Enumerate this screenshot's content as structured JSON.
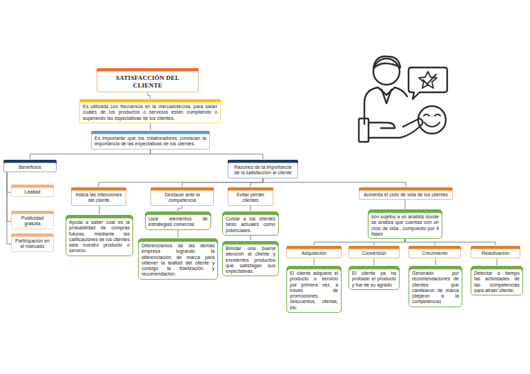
{
  "diagram": {
    "nodes": [
      {
        "text": [
          "SATISFACCIÓN DEL CLIENTE"
        ]
      },
      {
        "text": [
          "Es utilizada con frecuencia en la mercadotecnia, para saber cuales de los productos o servicios estan cumpliendo o superando las espectativas de los clientes."
        ]
      },
      {
        "text": [
          "Es importante que los colaboradores conoscan la importancia de las expectativas de los clientes."
        ]
      },
      {
        "text": [
          "Beneficios"
        ]
      },
      {
        "text": [
          "Razones de la importancia de la satisfacción al cliente"
        ]
      },
      {
        "text": [
          "Lealtad"
        ]
      },
      {
        "text": [
          "Publicidad gratuita"
        ]
      },
      {
        "text": [
          "Participación en el mercado"
        ]
      },
      {
        "text": [
          "Indica las intenciones del cliente"
        ]
      },
      {
        "text": [
          "Ayuda a saber cual es la probabilidad de compras futuras, mediante las calificaciones de los clientes asia nuestro producto o servicio."
        ]
      },
      {
        "text": [
          "Destacar ante la competencia"
        ]
      },
      {
        "text": [
          "Usar elementos de estrategias comercial."
        ]
      },
      {
        "text": [
          "Diferenciamos de las demás empresa logrando la diferenciación de marca para obtener la lealtad del cliente y consigo la fidelización y recomendación."
        ]
      },
      {
        "text": [
          "Evitar perder clientes"
        ]
      },
      {
        "text": [
          "Cuidar a los clientes tanto actuales como potenciales."
        ]
      },
      {
        "text": [
          "Brindar una buena atención al cliente y excelentes productos que satisfagan sus expectativas."
        ]
      },
      {
        "text": [
          "Aumenta el ciclo de vida de los clientes"
        ]
      },
      {
        "text": [
          "son sujetos a un analisis donde se analiza que cuentas con un ciclo de vida , compuesto por 4 fases"
        ]
      },
      {
        "text": [
          "Adquisición"
        ]
      },
      {
        "text": [
          "Conversión"
        ]
      },
      {
        "text": [
          "Crecimiento"
        ]
      },
      {
        "text": [
          "Reactivación"
        ]
      },
      {
        "text": [
          "El cliente adquiere el producto o servicio por primera vez, a través de promociones, descuentos, ofertas, etc."
        ]
      },
      {
        "text": [
          "El cliente ya ha probado el producto y fue de su agrado"
        ]
      },
      {
        "text": [
          "Generado por recomendaciones de clientes que cambiaron de marca (dejaron a la competencia)"
        ]
      },
      {
        "text": [
          "Detectar a tiempo las actividades de las competencias para atraer cliente."
        ]
      }
    ],
    "edges": [
      {
        "from": 0,
        "to": 1,
        "arrow": "none"
      },
      {
        "from": 1,
        "to": 2,
        "arrow": "none"
      },
      {
        "from": 2,
        "to": 3,
        "arrow": "none"
      },
      {
        "from": 2,
        "to": 4,
        "arrow": "none"
      },
      {
        "from": 3,
        "to": 5,
        "arrow": "none"
      },
      {
        "from": 3,
        "to": 6,
        "arrow": "none"
      },
      {
        "from": 3,
        "to": 7,
        "arrow": "none"
      },
      {
        "from": 4,
        "to": 8,
        "arrow": "none"
      },
      {
        "from": 4,
        "to": 10,
        "arrow": "none"
      },
      {
        "from": 4,
        "to": 13,
        "arrow": "none"
      },
      {
        "from": 4,
        "to": 16,
        "arrow": "none"
      },
      {
        "from": 8,
        "to": 9,
        "arrow": "none"
      },
      {
        "from": 10,
        "to": 11,
        "arrow": "none"
      },
      {
        "from": 11,
        "to": 12,
        "arrow": "none"
      },
      {
        "from": 13,
        "to": 14,
        "arrow": "none"
      },
      {
        "from": 14,
        "to": 15,
        "arrow": "none"
      },
      {
        "from": 16,
        "to": 17,
        "arrow": "none"
      },
      {
        "from": 17,
        "to": 18,
        "arrow": "none"
      },
      {
        "from": 17,
        "to": 19,
        "arrow": "none"
      },
      {
        "from": 17,
        "to": 20,
        "arrow": "none"
      },
      {
        "from": 17,
        "to": 21,
        "arrow": "none"
      },
      {
        "from": 18,
        "to": 22,
        "arrow": "none"
      },
      {
        "from": 19,
        "to": 23,
        "arrow": "none"
      },
      {
        "from": 20,
        "to": 24,
        "arrow": "none"
      },
      {
        "from": 21,
        "to": 25,
        "arrow": "none"
      }
    ]
  }
}
